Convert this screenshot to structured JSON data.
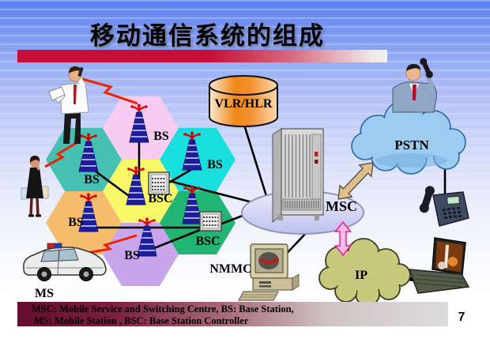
{
  "slide": {
    "title": "移动通信系统的组成",
    "page_number": "7",
    "footer": {
      "line1": "MSC: Mobile Service and Switching Centre, BS: Base Station,",
      "line2": "MS:  Mobile Station , BSC:  Base Station Controller"
    },
    "accent_colors": {
      "title_bar": "#c5103a",
      "footer_bar": "#650d2e"
    }
  },
  "diagram": {
    "cells": [
      {
        "position": "top-left",
        "label": "BS",
        "color": "#45c0b2"
      },
      {
        "position": "top-middle",
        "label": "BS",
        "color": "#f8cbf2"
      },
      {
        "position": "top-right",
        "label": "BS",
        "color": "#18dede"
      },
      {
        "position": "center",
        "label": "BSC",
        "color": "#f8f868"
      },
      {
        "position": "bottom-left",
        "label": "BS",
        "color": "#f6bc6e"
      },
      {
        "position": "bottom-middle",
        "label": "BS",
        "color": "#c9a5ec"
      },
      {
        "position": "bottom-right",
        "label": "BSC",
        "color": "#21b473"
      }
    ],
    "nodes": {
      "vlr_hlr": "VLR/HLR",
      "msc": "MSC",
      "pstn": "PSTN",
      "ip": "IP",
      "nmmc": "NMMC",
      "ms": "MS"
    },
    "node_colors": {
      "vlr_hlr_cylinder": "#f08818",
      "msc_ellipse": "#ccd0f2",
      "pstn_cloud": "#9cccf2",
      "ip_cloud": "#c9c97e",
      "radio_link": "#ee2200"
    }
  }
}
